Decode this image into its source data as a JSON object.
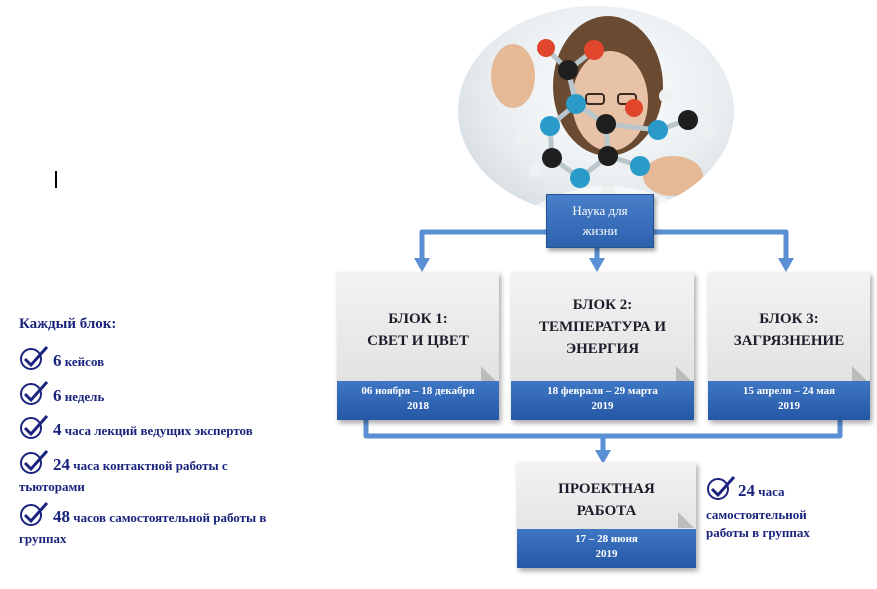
{
  "title_box": {
    "line1": "Наука для",
    "line2": "жизни"
  },
  "blocks": [
    {
      "title1": "БЛОК 1:",
      "title2": "СВЕТ И ЦВЕТ",
      "date1": "06 ноября – 18 декабря",
      "date2": "2018"
    },
    {
      "title1": "БЛОК 2:",
      "title2": "ТЕМПЕРАТУРА  И",
      "title3": "ЭНЕРГИЯ",
      "date1": "18 февраля – 29 марта",
      "date2": "2019"
    },
    {
      "title1": "БЛОК 3:",
      "title2": "ЗАГРЯЗНЕНИЕ",
      "date1": "15 апреля – 24 мая",
      "date2": "2019"
    }
  ],
  "project": {
    "title1": "ПРОЕКТНАЯ",
    "title2": "РАБОТА",
    "date1": "17 – 28 июня",
    "date2": "2019"
  },
  "left_list": {
    "title": "Каждый блок:",
    "items": [
      {
        "num": "6",
        "text": " кейсов"
      },
      {
        "num": "6",
        "text": " недель"
      },
      {
        "num": "4",
        "text": " часа лекций ведущих экспертов"
      },
      {
        "num": "24",
        "text": " часа контактной работы с",
        "text2": "тьюторами"
      },
      {
        "num": "48",
        "text": " часов самостоятельной работы в",
        "text2": "группах"
      }
    ]
  },
  "right_note": {
    "num": "24",
    "text": " часа",
    "line2": "самостоятельной",
    "line3": "работы в группах"
  },
  "colors": {
    "accent_blue": "#2b62ae",
    "text_navy": "#1a237e",
    "card_grey": "#dcdcdc"
  }
}
